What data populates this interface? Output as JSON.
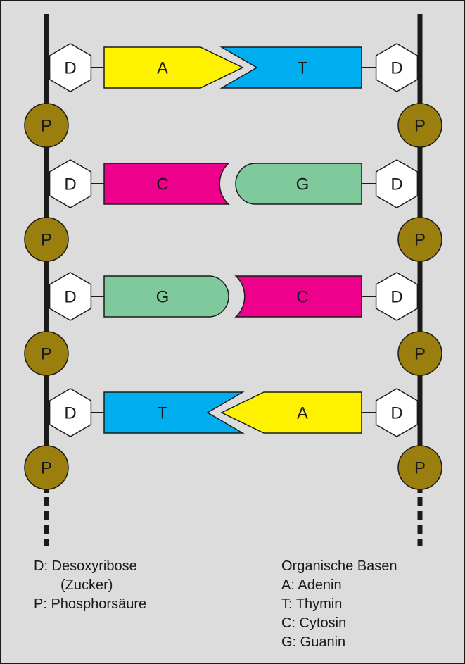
{
  "colors": {
    "background": "#dcdcdc",
    "border": "#1a1a1a",
    "backbone": "#1a1a1a",
    "phosphate": "#9a7e0e",
    "sugar": "#ffffff",
    "adenine": "#fff200",
    "thymine": "#00aeef",
    "cytosine": "#ec008c",
    "guanine": "#7fc99c"
  },
  "rungs": [
    {
      "left_sugar": "D",
      "right_sugar": "D",
      "left_base": "A",
      "right_base": "T",
      "left_shape": "arrow",
      "right_shape": "notch",
      "left_color": "adenine",
      "right_color": "thymine"
    },
    {
      "left_sugar": "D",
      "right_sugar": "D",
      "left_base": "C",
      "right_base": "G",
      "left_shape": "cup",
      "right_shape": "round",
      "left_color": "cytosine",
      "right_color": "guanine"
    },
    {
      "left_sugar": "D",
      "right_sugar": "D",
      "left_base": "G",
      "right_base": "C",
      "left_shape": "round",
      "right_shape": "cup",
      "left_color": "guanine",
      "right_color": "cytosine"
    },
    {
      "left_sugar": "D",
      "right_sugar": "D",
      "left_base": "T",
      "right_base": "A",
      "left_shape": "notch",
      "right_shape": "arrow",
      "left_color": "thymine",
      "right_color": "adenine"
    }
  ],
  "phosphates": [
    "P",
    "P",
    "P",
    "P",
    "P",
    "P",
    "P",
    "P"
  ],
  "legend": {
    "left": [
      "D: Desoxyribose",
      "(Zucker)",
      "P: Phosphorsäure"
    ],
    "right": [
      "Organische Basen",
      "A: Adenin",
      "T: Thymin",
      "C: Cytosin",
      "G: Guanin"
    ]
  }
}
